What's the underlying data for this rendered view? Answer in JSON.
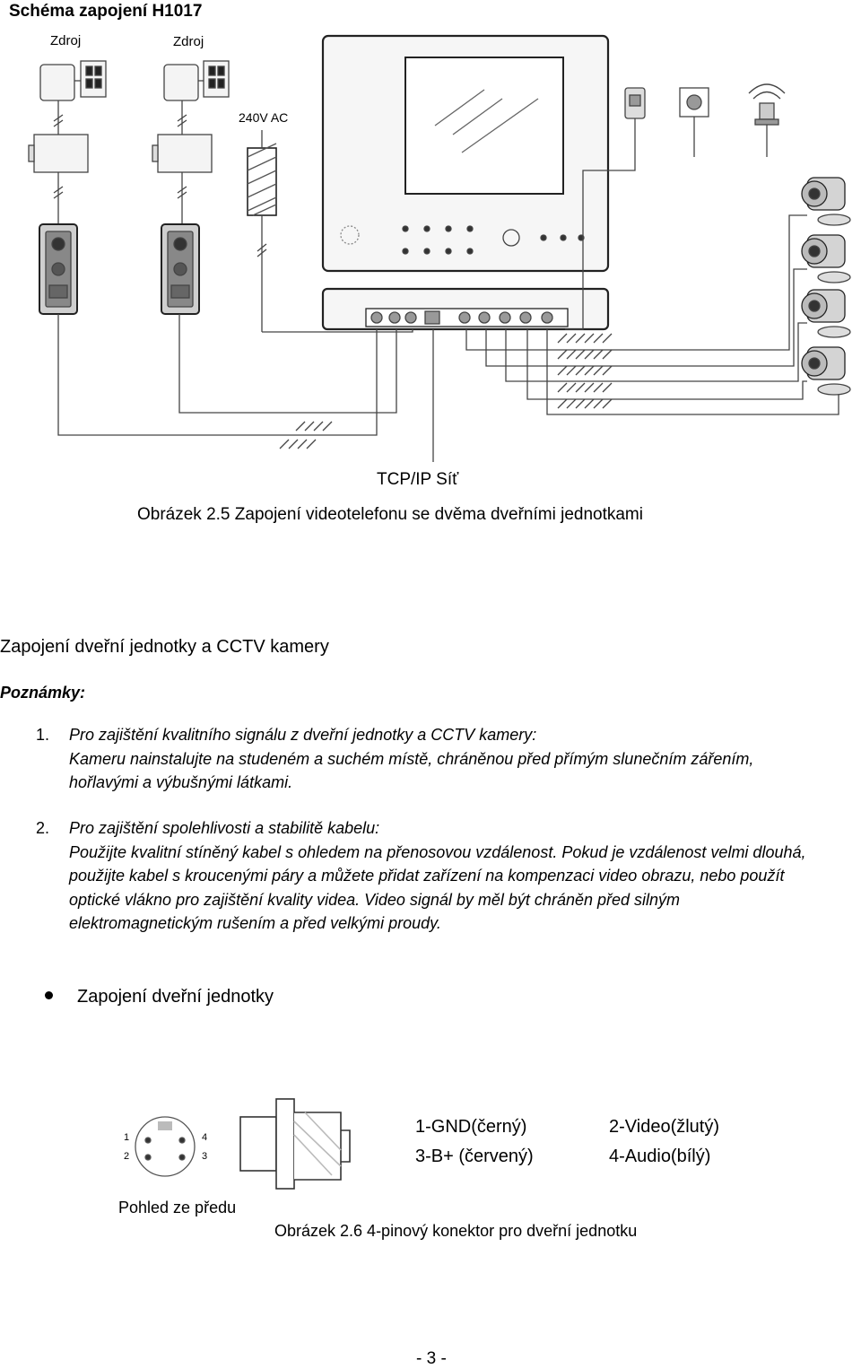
{
  "page": {
    "title": "Schéma zapojení H1017",
    "figure1": {
      "psu_label_1": "Zdroj",
      "psu_label_2": "Zdroj",
      "mains_label": "240V AC",
      "network_label": "TCP/IP Síť",
      "caption": "Obrázek 2.5  Zapojení videotelefonu se dvěma dveřními jednotkami"
    },
    "section_heading": "Zapojení dveřní jednotky a CCTV kamery",
    "notes_heading": "Poznámky:",
    "notes": [
      {
        "num": "1.",
        "lines": [
          "Pro zajištění kvalitního signálu z dveřní jednotky a CCTV kamery:",
          "Kameru nainstalujte na studeném a suchém místě, chráněnou před přímým slunečním zářením,",
          "hořlavými a výbušnými látkami."
        ]
      },
      {
        "num": "2.",
        "lines": [
          "Pro zajištění spolehlivosti a stabilitě kabelu:",
          "Použijte kvalitní stíněný kabel s ohledem na přenosovou vzdálenost. Pokud je vzdálenost velmi dlouhá,",
          "použijte kabel s kroucenými páry a můžete přidat zařízení na kompenzaci video obrazu, nebo použít",
          "optické vlákno pro zajištění kvality videa. Video signál by měl být chráněn před silným",
          "elektromagnetickým rušením a před velkými proudy."
        ]
      }
    ],
    "bullet_heading": "Zapojení dveřní jednotky",
    "connector": {
      "pin_numbers": [
        "1",
        "2",
        "3",
        "4"
      ],
      "pins": [
        "1-GND(černý)",
        "2-Video(žlutý)",
        "3-B+ (červený)",
        "4-Audio(bílý)"
      ],
      "front_view_label": "Pohled ze předu",
      "caption": "Obrázek 2.6  4-pinový konektor pro dveřní jednotku"
    },
    "page_number": "- 3 -"
  }
}
